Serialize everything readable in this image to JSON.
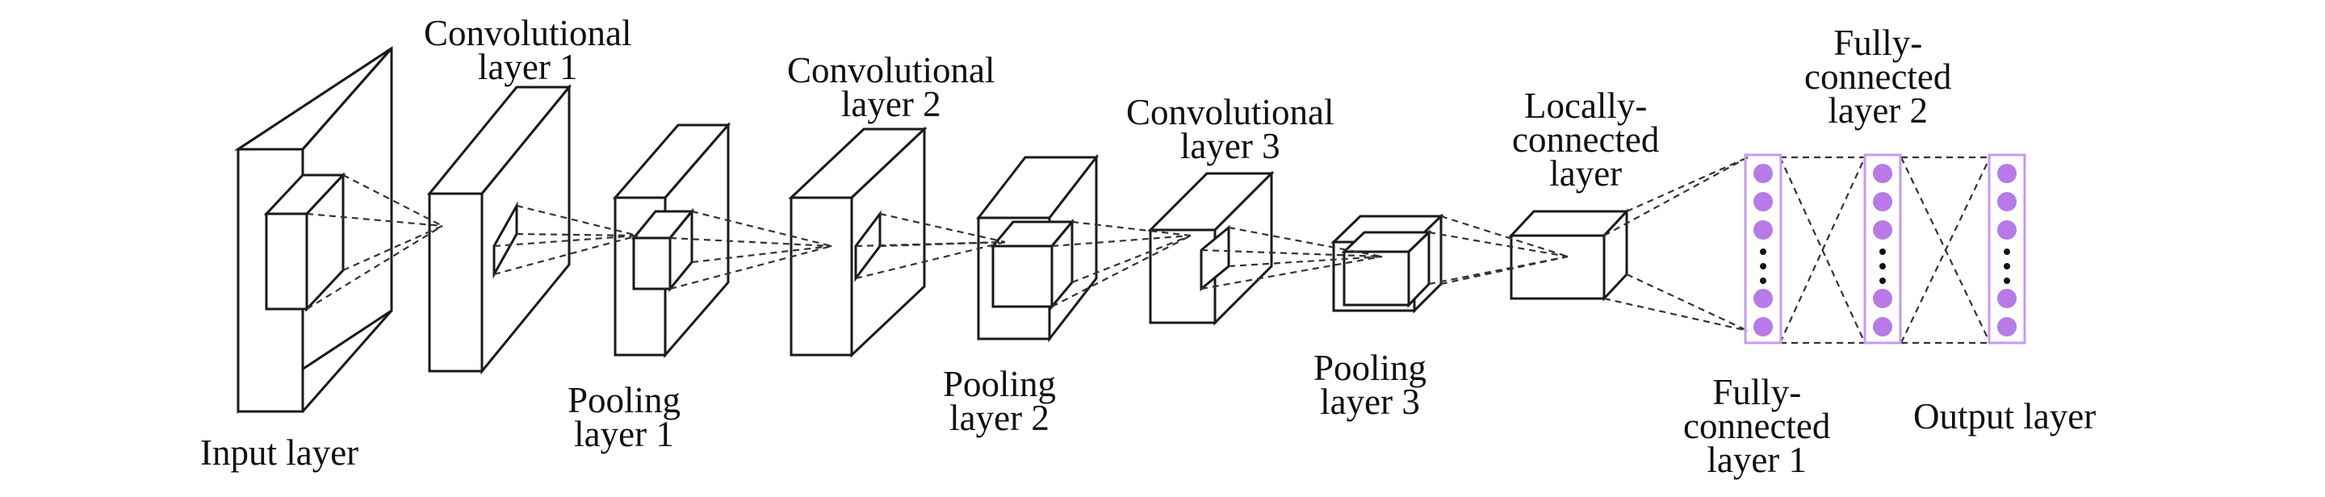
{
  "diagram": {
    "labels": {
      "input_layer": [
        "Input layer"
      ],
      "conv1": [
        "Convolutional",
        "layer 1"
      ],
      "pool1": [
        "Pooling",
        "layer 1"
      ],
      "conv2": [
        "Convolutional",
        "layer 2"
      ],
      "pool2": [
        "Pooling",
        "layer 2"
      ],
      "conv3": [
        "Convolutional",
        "layer 3"
      ],
      "pool3": [
        "Pooling",
        "layer 3"
      ],
      "locally_connected": [
        "Locally-",
        "connected",
        "layer"
      ],
      "fc1": [
        "Fully-",
        "connected",
        "layer 1"
      ],
      "fc2": [
        "Fully-",
        "connected",
        "layer 2"
      ],
      "output_layer": [
        "Output layer"
      ]
    },
    "colors": {
      "line": "#1a1a1a",
      "node": "#b77ae8",
      "node_border": "#c79af0",
      "dots": "#111111"
    }
  }
}
